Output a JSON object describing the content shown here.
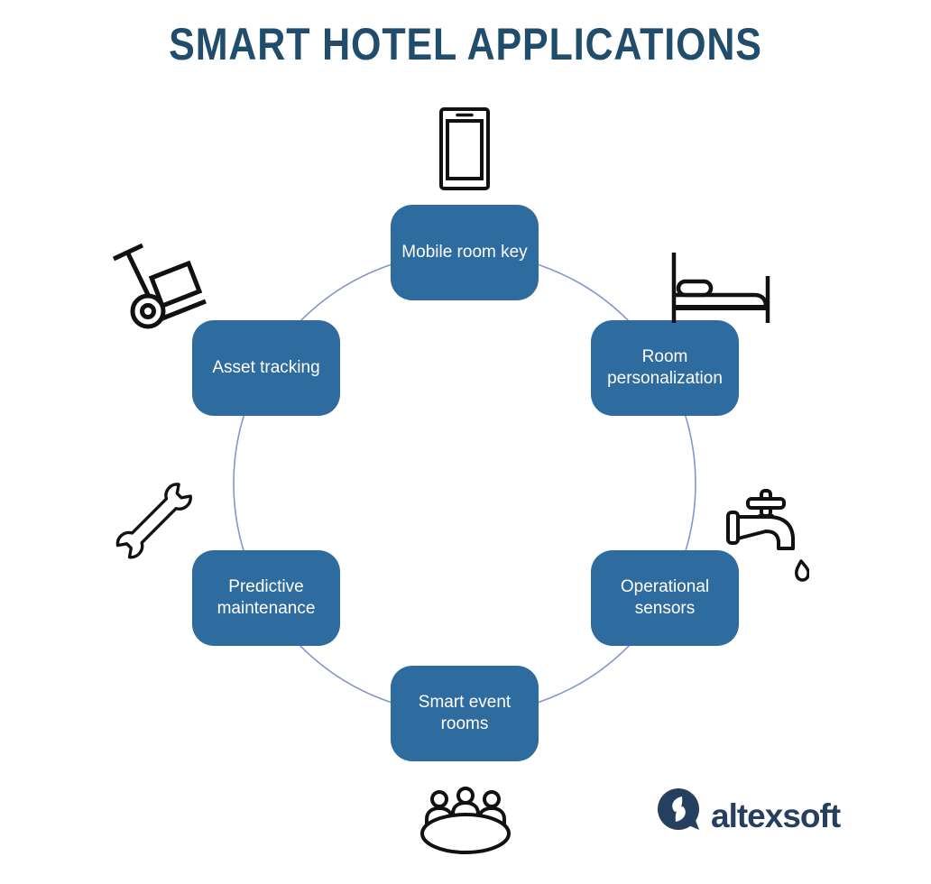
{
  "title": "SMART HOTEL APPLICATIONS",
  "colors": {
    "box_fill": "#2E6B9E",
    "box_text": "#FFFFFF",
    "circle_line": "#8495CF",
    "title_text": "#204D6C",
    "icon_stroke": "#111111",
    "logo": "#273F5E"
  },
  "diagram": {
    "layout": "circular-cycle",
    "nodes": [
      {
        "id": "mobile-room-key",
        "label": "Mobile room key",
        "icon": "smartphone-icon",
        "position": "top"
      },
      {
        "id": "room-personalization",
        "label": "Room personalization",
        "icon": "bed-icon",
        "position": "top-right"
      },
      {
        "id": "operational-sensors",
        "label": "Operational sensors",
        "icon": "faucet-icon",
        "position": "bottom-right"
      },
      {
        "id": "smart-event-rooms",
        "label": "Smart event rooms",
        "icon": "meeting-table-icon",
        "position": "bottom"
      },
      {
        "id": "predictive-maintenance",
        "label": "Predictive maintenance",
        "icon": "wrench-icon",
        "position": "bottom-left"
      },
      {
        "id": "asset-tracking",
        "label": "Asset tracking",
        "icon": "hand-truck-icon",
        "position": "top-left"
      }
    ]
  },
  "footer": {
    "brand": "altexsoft"
  }
}
